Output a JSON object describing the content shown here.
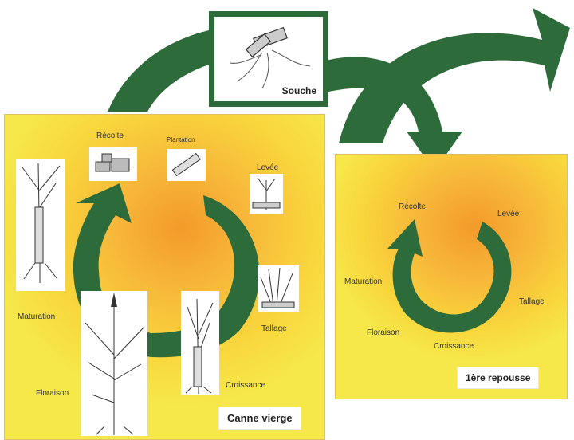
{
  "souche": {
    "label": "Souche"
  },
  "left_cycle": {
    "title": "Canne vierge",
    "stages": {
      "recolte": "Récolte",
      "plantation": "Plantation",
      "levee": "Levée",
      "tallage": "Tallage",
      "croissance": "Croissance",
      "floraison": "Floraison",
      "maturation": "Maturation"
    }
  },
  "right_cycle": {
    "title": "1ère repousse",
    "stages": {
      "recolte": "Récolte",
      "levee": "Levée",
      "tallage": "Tallage",
      "croissance": "Croissance",
      "floraison": "Floraison",
      "maturation": "Maturation"
    }
  },
  "colors": {
    "arrow_green": "#2e6b3b",
    "frame_green": "#2e6b3b"
  }
}
